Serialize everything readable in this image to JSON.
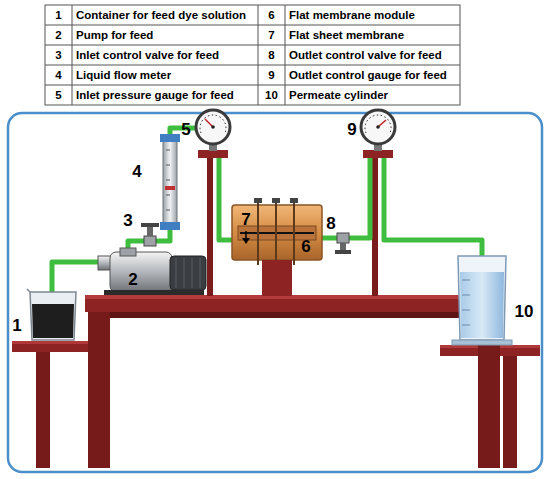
{
  "diagram": {
    "labels": [
      "1",
      "Container for feed dye solution",
      "6",
      "Flat membrane module",
      "2",
      "Pump for feed",
      "7",
      "Flat sheet membrane",
      "3",
      "Inlet control valve for feed",
      "8",
      "Outlet control valve for feed",
      "4",
      "Liquid flow meter",
      "9",
      "Outlet control gauge for feed",
      "5",
      "Inlet pressure gauge for feed",
      "10",
      "Permeate cylinder",
      "5",
      "9",
      "4",
      "3",
      "7",
      "6",
      "2",
      "8",
      "1",
      "10"
    ]
  }
}
